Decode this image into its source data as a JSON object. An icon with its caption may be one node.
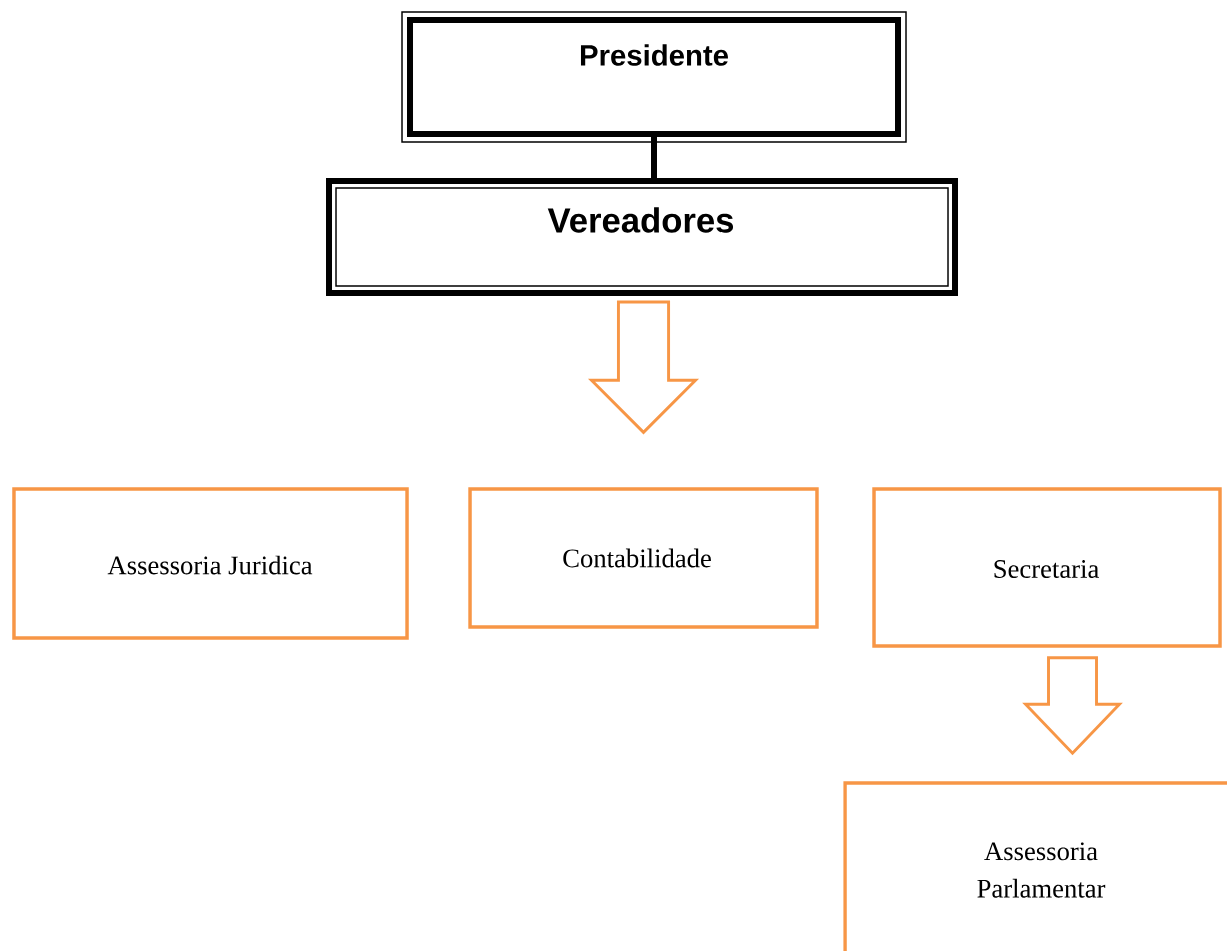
{
  "diagram": {
    "nodes": [
      {
        "text": [
          "Presidente"
        ]
      },
      {
        "text": [
          "Vereadores"
        ]
      },
      {
        "text": [
          "Assessoria Juridica"
        ]
      },
      {
        "text": [
          "Contabilidade"
        ]
      },
      {
        "text": [
          "Secretaria"
        ]
      },
      {
        "text": [
          "Assessoria Parlamentar"
        ]
      }
    ],
    "edges": [
      {
        "from": 0,
        "to": 1,
        "arrow": "none",
        "color": "#000000"
      },
      {
        "from": 1,
        "to": 3,
        "arrow": "to"
      },
      {
        "from": 4,
        "to": 5,
        "arrow": "to"
      }
    ]
  }
}
